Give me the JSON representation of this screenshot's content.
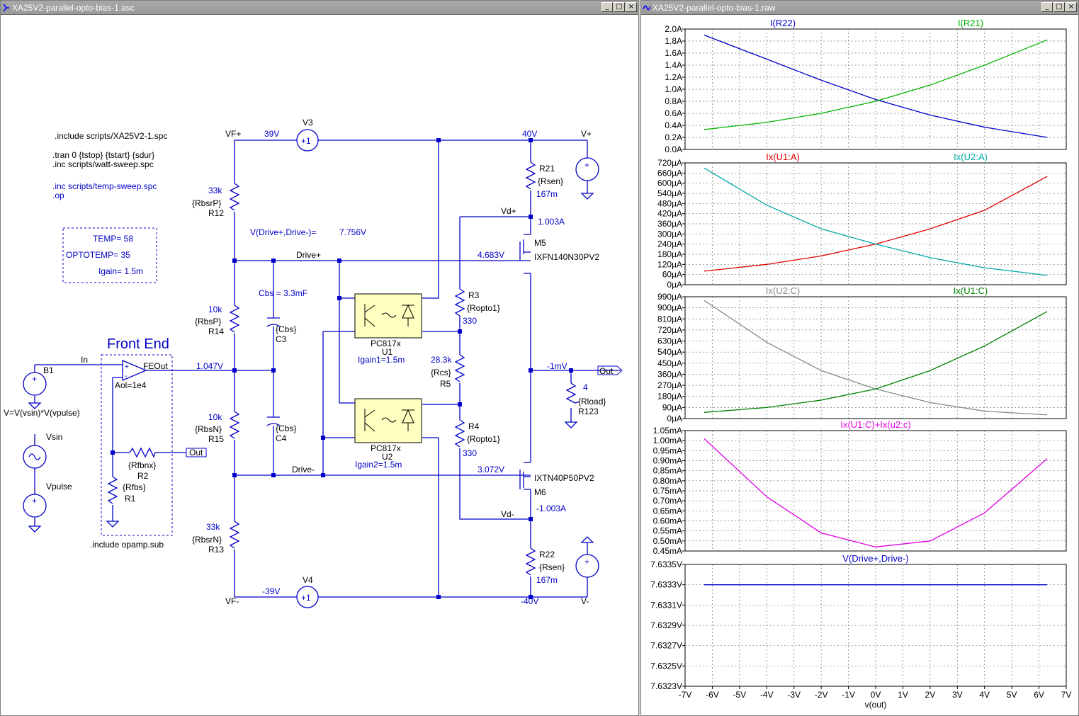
{
  "schematic_window": {
    "title": "XA25V2-parallel-opto-bias-1.asc"
  },
  "waveform_window": {
    "title": "XA25V2-parallel-opto-bias-1.raw"
  },
  "window_buttons": {
    "minimize": "_",
    "maximize": "□",
    "close": "×"
  },
  "directives": [
    ".include scripts/XA25V2-1.spc",
    ".tran 0 {tstop} {tstart} {sdur}",
    ".inc scripts/watt-sweep.spc",
    ".inc scripts/temp-sweep.spc",
    ".op",
    ".include opamp.sub"
  ],
  "params": [
    "TEMP= 58",
    "OPTOTEMP= 35",
    "Igain= 1.5m"
  ],
  "labels": {
    "vf_plus": "VF+",
    "vf_minus": "VF-",
    "v39": "39V",
    "vn39": "-39V",
    "v3": "V3",
    "v4": "V4",
    "v40": "40V",
    "vn40": "-40V",
    "v_plus": "V+",
    "v_minus": "V-",
    "r21": "R21",
    "rsen1": "{Rsen}",
    "r21_val": "167m",
    "r22": "R22",
    "rsen2": "{Rsen}",
    "r22_val": "167m",
    "vd_plus": "Vd+",
    "vd_minus": "Vd-",
    "i_m5": "1.003A",
    "i_m6": "-1.003A",
    "m5": "M5",
    "m5_part": "IXFN140N30PV2",
    "m6": "M6",
    "m6_part": "IXTN40P50PV2",
    "v_gate5": "4.683V",
    "v_gate6": "3.072V",
    "r12_val": "33k",
    "r12_p": "{RbsrP}",
    "r12": "R12",
    "r14_val": "10k",
    "r14_p": "{RbsP}",
    "r14": "R14",
    "r15_val": "10k",
    "r15_p": "{RbsN}",
    "r15": "R15",
    "r13_val": "33k",
    "r13_p": "{RbsrN}",
    "r13": "R13",
    "vdrive": "V(Drive+,Drive-)=",
    "vdrive_val": "7.756V",
    "drive_plus": "Drive+",
    "drive_minus": "Drive-",
    "cbs": "Cbs = 3.3mF",
    "c3_p": "{Cbs}",
    "c3": "C3",
    "c4_p": "{Cbs}",
    "c4": "C4",
    "u1_part": "PC817x",
    "u1": "U1",
    "igain1": "Igain1=1.5m",
    "u2_part": "PC817x",
    "u2": "U2",
    "igain2": "Igain2=1.5m",
    "r3": "R3",
    "r3_p": "{Ropto1}",
    "r3_val": "330",
    "r5_val": "28.3k",
    "r5_p": "{Rcs}",
    "r5": "R5",
    "r4": "R4",
    "r4_p": "{Ropto1}",
    "r4_val": "330",
    "front_end": "Front End",
    "in": "In",
    "feout": "FEOut",
    "aol": "Aol=1e4",
    "v_fe": "1.047V",
    "b1": "B1",
    "b1_expr": "V=V(vsin)*V(vpulse)",
    "vsin": "Vsin",
    "vpulse": "Vpulse",
    "rfbnx": "{Rfbnx}",
    "r2": "R2",
    "rfbs": "{Rfbs}",
    "r1": "R1",
    "out_local": "Out",
    "v_out": "-1mV",
    "out": "Out",
    "rload_val": "4",
    "rload": "{Rload}",
    "r123": "R123"
  },
  "panes": [
    {
      "traces": [
        "I(R22)",
        "I(R21)"
      ],
      "trace_colors": [
        "#0000c8",
        "#00b400"
      ],
      "yticks": [
        "2.0A",
        "1.8A",
        "1.6A",
        "1.4A",
        "1.2A",
        "1.0A",
        "0.8A",
        "0.6A",
        "0.4A",
        "0.2A",
        "0.0A"
      ]
    },
    {
      "traces": [
        "Ix(U1:A)",
        "Ix(U2:A)"
      ],
      "trace_colors": [
        "#e00000",
        "#00a8a8"
      ],
      "yticks": [
        "720µA",
        "660µA",
        "600µA",
        "540µA",
        "480µA",
        "420µA",
        "360µA",
        "300µA",
        "240µA",
        "180µA",
        "120µA",
        "60µA",
        "0µA"
      ]
    },
    {
      "traces": [
        "Ix(U2:C)",
        "Ix(U1:C)"
      ],
      "trace_colors": [
        "#888888",
        "#008000"
      ],
      "yticks": [
        "990µA",
        "900µA",
        "810µA",
        "720µA",
        "630µA",
        "540µA",
        "450µA",
        "360µA",
        "270µA",
        "180µA",
        "90µA",
        "0µA"
      ]
    },
    {
      "traces": [
        "Ix(U1:C)+Ix(u2:c)"
      ],
      "trace_colors": [
        "#e000e0"
      ],
      "yticks": [
        "1.05mA",
        "1.00mA",
        "0.95mA",
        "0.90mA",
        "0.85mA",
        "0.80mA",
        "0.75mA",
        "0.70mA",
        "0.65mA",
        "0.60mA",
        "0.55mA",
        "0.50mA",
        "0.45mA"
      ]
    },
    {
      "traces": [
        "V(Drive+,Drive-)"
      ],
      "trace_colors": [
        "#0000c8"
      ],
      "yticks": [
        "7.6335V",
        "7.6333V",
        "7.6331V",
        "7.6329V",
        "7.6327V",
        "7.6325V",
        "7.6323V"
      ]
    }
  ],
  "xticks": [
    "-7V",
    "-6V",
    "-5V",
    "-4V",
    "-3V",
    "-2V",
    "-1V",
    "0V",
    "1V",
    "2V",
    "3V",
    "4V",
    "5V",
    "6V",
    "7V"
  ],
  "xlabel": "v(out)",
  "chart_data": [
    {
      "type": "line",
      "x": [
        -6.3,
        -4,
        -2,
        0,
        2,
        4,
        6.3
      ],
      "series": [
        {
          "name": "I(R22)",
          "values": [
            1.9,
            1.5,
            1.15,
            0.83,
            0.57,
            0.37,
            0.2
          ]
        },
        {
          "name": "I(R21)",
          "values": [
            0.33,
            0.45,
            0.6,
            0.8,
            1.07,
            1.4,
            1.82
          ]
        }
      ],
      "ylim": [
        0,
        2.0
      ]
    },
    {
      "type": "line",
      "x": [
        -6.3,
        -4,
        -2,
        0,
        2,
        4,
        6.3
      ],
      "series": [
        {
          "name": "Ix(U1:A)",
          "values": [
            80,
            120,
            170,
            240,
            330,
            440,
            640
          ]
        },
        {
          "name": "Ix(U2:A)",
          "values": [
            690,
            470,
            330,
            240,
            160,
            100,
            55
          ]
        }
      ],
      "ylim": [
        0,
        720
      ]
    },
    {
      "type": "line",
      "x": [
        -6.3,
        -4,
        -2,
        0,
        2,
        4,
        6.3
      ],
      "series": [
        {
          "name": "Ix(U2:C)",
          "values": [
            960,
            620,
            390,
            240,
            130,
            60,
            30
          ]
        },
        {
          "name": "Ix(U1:C)",
          "values": [
            50,
            90,
            150,
            240,
            390,
            590,
            870
          ]
        }
      ],
      "ylim": [
        0,
        990
      ]
    },
    {
      "type": "line",
      "x": [
        -6.3,
        -4,
        -2,
        0,
        2,
        4,
        6.3
      ],
      "series": [
        {
          "name": "Ix(U1:C)+Ix(u2:c)",
          "values": [
            1.01,
            0.72,
            0.54,
            0.47,
            0.5,
            0.64,
            0.91
          ]
        }
      ],
      "ylim": [
        0.45,
        1.05
      ]
    },
    {
      "type": "line",
      "x": [
        -6.3,
        -4,
        -2,
        0,
        2,
        4,
        6.3
      ],
      "series": [
        {
          "name": "V(Drive+,Drive-)",
          "values": [
            7.6333,
            7.6333,
            7.6333,
            7.6333,
            7.6333,
            7.6333,
            7.6333
          ]
        }
      ],
      "ylim": [
        7.6323,
        7.6335
      ]
    }
  ]
}
